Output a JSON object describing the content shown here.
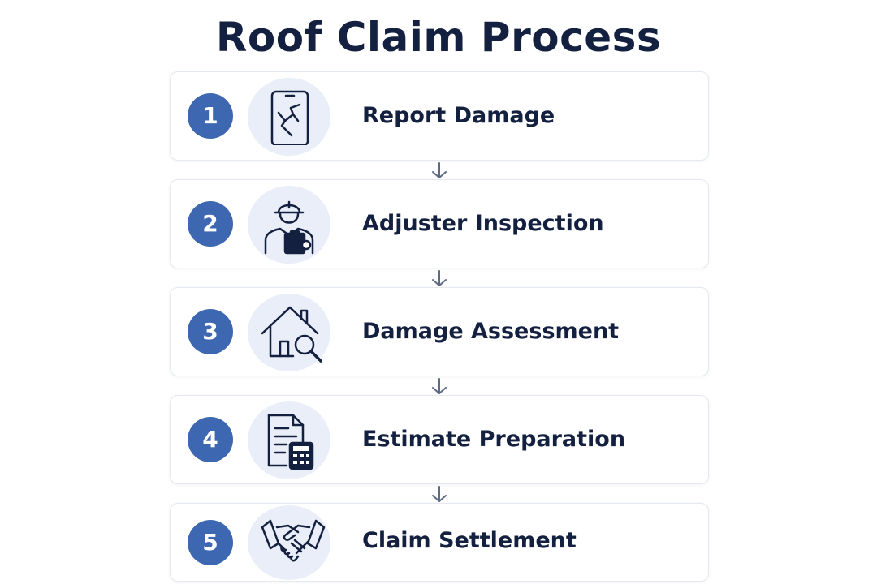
{
  "title": "Roof Claim Process",
  "colors": {
    "accent": "#3e67b1",
    "text": "#13203f",
    "icon_bg": "#e9eef8",
    "card_border": "#e4e8ef",
    "arrow": "#5d6a86"
  },
  "steps": [
    {
      "number": "1",
      "label": "Report Damage",
      "icon": "cracked-phone-icon"
    },
    {
      "number": "2",
      "label": "Adjuster Inspection",
      "icon": "inspector-with-clipboard-icon"
    },
    {
      "number": "3",
      "label": "Damage Assessment",
      "icon": "house-magnifier-icon"
    },
    {
      "number": "4",
      "label": "Estimate Preparation",
      "icon": "document-calculator-icon"
    },
    {
      "number": "5",
      "label": "Claim Settlement",
      "icon": "handshake-icon"
    }
  ]
}
